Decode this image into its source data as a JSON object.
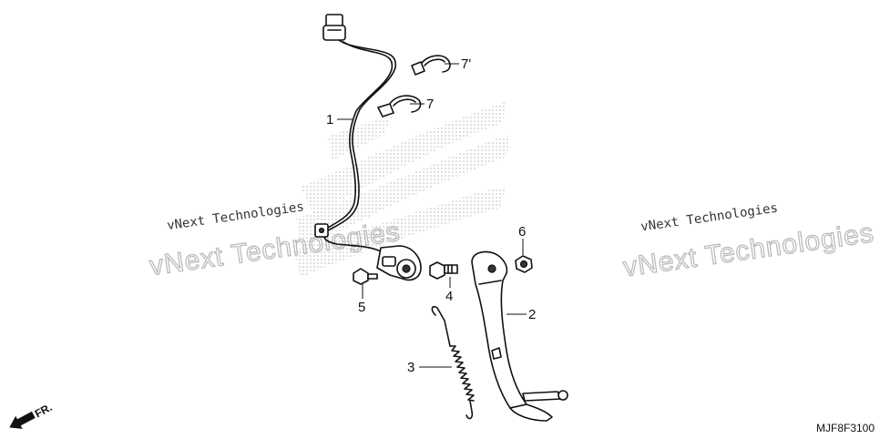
{
  "diagram": {
    "callouts": [
      {
        "id": "1",
        "text": "1"
      },
      {
        "id": "2",
        "text": "2"
      },
      {
        "id": "3",
        "text": "3"
      },
      {
        "id": "4",
        "text": "4"
      },
      {
        "id": "5",
        "text": "5"
      },
      {
        "id": "6",
        "text": "6"
      },
      {
        "id": "7",
        "text": "7"
      },
      {
        "id": "7p",
        "text": "7'"
      }
    ],
    "watermarks": {
      "left_small": "vNext Technologies",
      "left_big": "vNext Technologies",
      "right_small": "vNext Technologies",
      "right_big": "vNext Technologies"
    },
    "diagram_code": "MJF8F3100",
    "front_arrow_label": "FR."
  },
  "colors": {
    "line": "#111111",
    "stipple": "#c8c8c8",
    "watermark": "#b8b8b8"
  }
}
